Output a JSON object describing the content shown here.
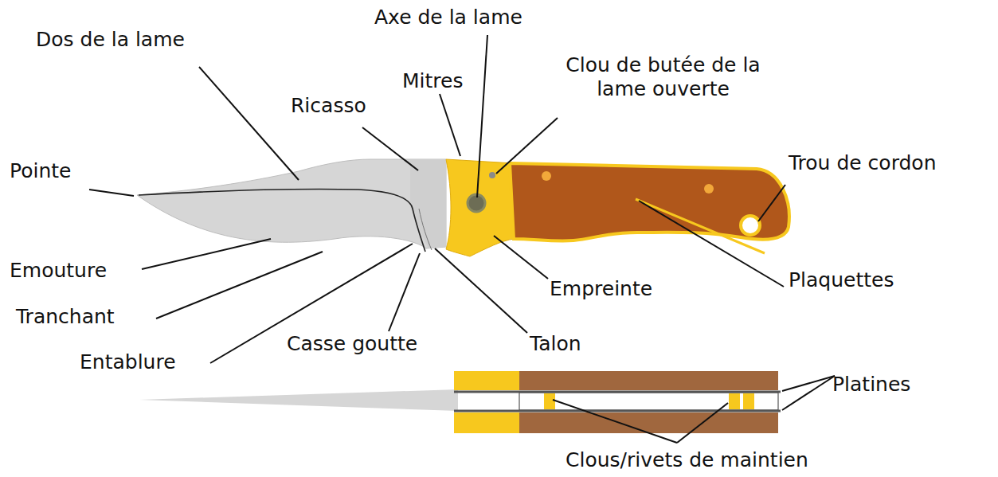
{
  "diagram": {
    "labels": [
      "Dos de la lame",
      "Axe de la lame",
      "Mitres",
      "Clou de butée de la lame ouverte",
      "Ricasso",
      "Pointe",
      "Trou de cordon",
      "Emouture",
      "Tranchant",
      "Entablure",
      "Casse goutte",
      "Talon",
      "Empreinte",
      "Plaquettes",
      "Platines",
      "Clous/rivets de maintien"
    ]
  }
}
